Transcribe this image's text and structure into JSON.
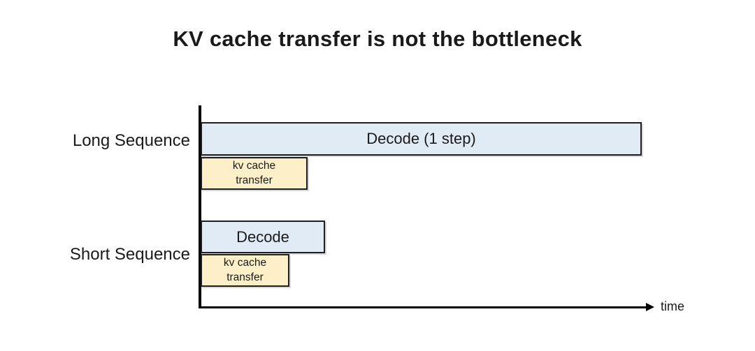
{
  "title": "KV cache transfer is not the bottleneck",
  "axis": {
    "time_label": "time"
  },
  "rows": [
    {
      "label": "Long Sequence",
      "decode_label": "Decode (1 step)",
      "kv_line1": "kv cache",
      "kv_line2": "transfer"
    },
    {
      "label": "Short Sequence",
      "decode_label": "Decode",
      "kv_line1": "kv cache",
      "kv_line2": "transfer"
    }
  ],
  "colors": {
    "decode_fill": "#e1ebf6",
    "kv_fill": "#fdf0c8",
    "bar_border": "#1f1f1f",
    "axis_color": "#000000",
    "text_color": "#1a1a1a"
  },
  "chart_data": {
    "type": "bar",
    "subtype": "gantt-schematic",
    "title": "KV cache transfer is not the bottleneck",
    "xlabel": "time",
    "x_axis_numeric": false,
    "legend": false,
    "rows": [
      {
        "category": "Long Sequence",
        "bars": [
          {
            "label": "Decode (1 step)",
            "start": 0,
            "relative_duration": 0.97,
            "fill": "#e1ebf6"
          },
          {
            "label": "kv cache transfer",
            "start": 0,
            "relative_duration": 0.235,
            "fill": "#fdf0c8"
          }
        ]
      },
      {
        "category": "Short Sequence",
        "bars": [
          {
            "label": "Decode",
            "start": 0,
            "relative_duration": 0.275,
            "fill": "#e1ebf6"
          },
          {
            "label": "kv cache transfer",
            "start": 0,
            "relative_duration": 0.195,
            "fill": "#fdf0c8"
          }
        ]
      }
    ]
  }
}
